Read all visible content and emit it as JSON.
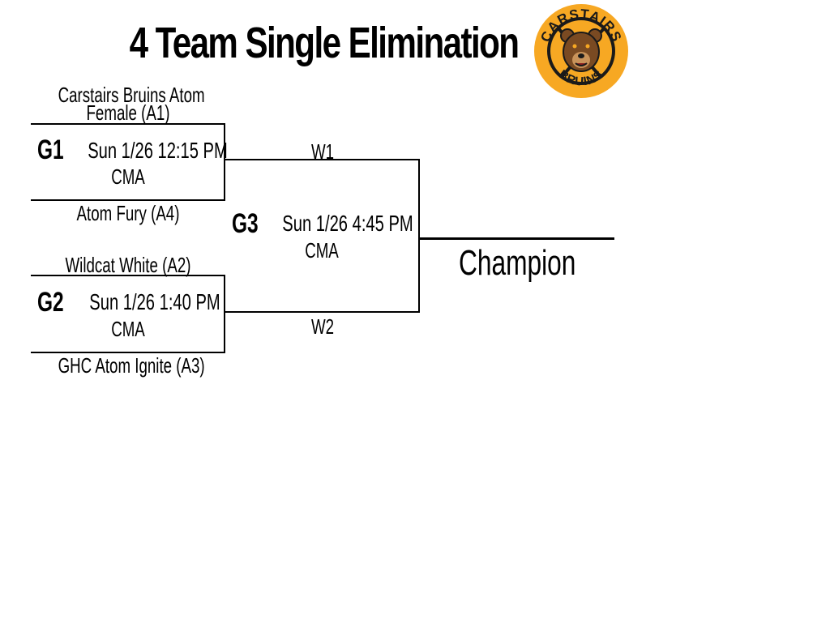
{
  "title": "4 Team Single Elimination",
  "logo": {
    "text_top": "CARSTAIRS",
    "text_bottom": "BRUINS",
    "colors": {
      "gold": "#F7A823",
      "black": "#1A1A1A",
      "bear": "#7A4A22"
    }
  },
  "bracket": {
    "games": [
      {
        "id": "G1",
        "datetime": "Sun 1/26  12:15 PM",
        "venue": "CMA",
        "team_top_line1": "Carstairs Bruins Atom",
        "team_top_line2": "Female (A1)",
        "team_bottom": "Atom Fury (A4)"
      },
      {
        "id": "G2",
        "datetime": "Sun 1/26  1:40 PM",
        "venue": "CMA",
        "team_top": "Wildcat White (A2)",
        "team_bottom": "GHC Atom Ignite (A3)"
      },
      {
        "id": "G3",
        "datetime": "Sun 1/26  4:45 PM",
        "venue": "CMA",
        "top_label": "W1",
        "bottom_label": "W2"
      }
    ],
    "champion_label": "Champion"
  }
}
